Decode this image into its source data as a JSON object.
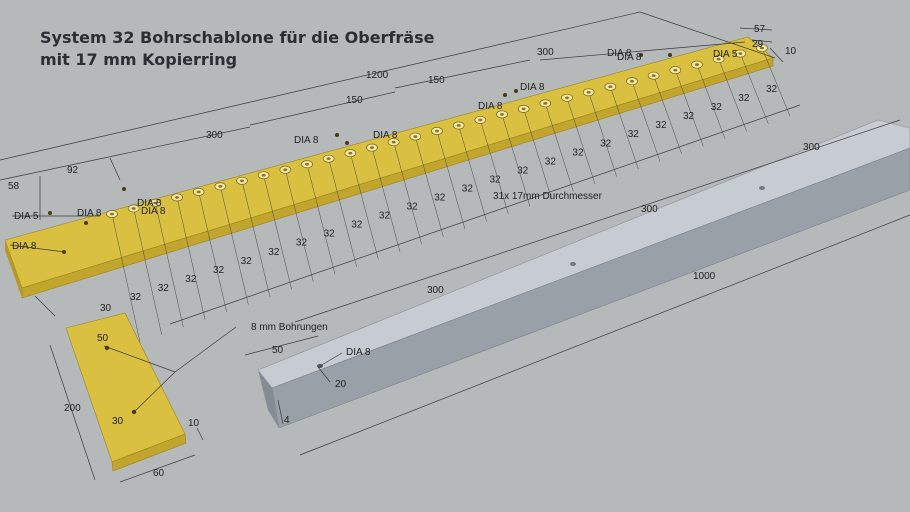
{
  "title": {
    "line1": "System 32 Bohrschablone für die Oberfräse",
    "line2": "mit 17 mm Kopierring"
  },
  "colors": {
    "background": "#b6b9b9",
    "board_top": "#d9c041",
    "board_side": "#c2a52c",
    "rail_top": "#c7ccd2",
    "rail_side": "#9aa0a7",
    "dimension_line": "#3a3a3a"
  },
  "icons": [
    "hole-icon"
  ],
  "template_board": {
    "length": "1200",
    "thickness": "10",
    "width_right": "57",
    "offset_right": "29",
    "offset_left": "58",
    "first_hole": "92",
    "hole_spacing": "32",
    "spacing_count": 24,
    "start_offset": "30",
    "section_300_left": "300",
    "section_150_a": "150",
    "section_150_b": "150",
    "section_300_right": "300",
    "hole_count_label": "31x 17mm Durchmesser",
    "dia5_left": "DIA 5",
    "dia5_right": "DIA 5",
    "dia8": "DIA 8"
  },
  "small_block": {
    "length": "200",
    "width": "60",
    "thickness": "10",
    "hole_top": "50",
    "hole_bottom": "30",
    "bores_label": "8 mm Bohrungen"
  },
  "rail": {
    "length": "1000",
    "spacing_1": "300",
    "spacing_2": "300",
    "spacing_3": "300",
    "end_offset": "50",
    "hole_dia": "DIA 8",
    "height": "20",
    "thickness": "4"
  }
}
